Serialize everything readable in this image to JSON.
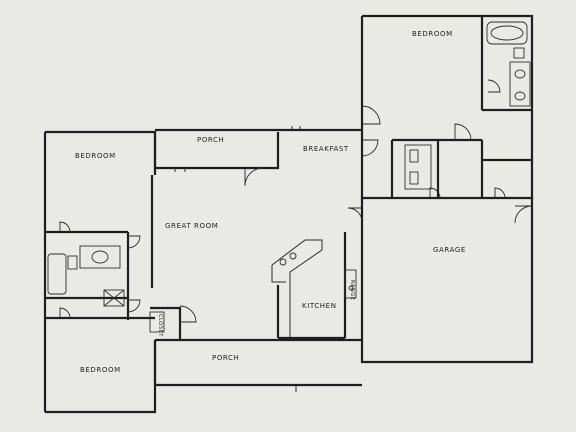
{
  "rooms": {
    "bedroom_top_right": "BEDROOM",
    "bedroom_left": "BEDROOM",
    "bedroom_bottom_left": "BEDROOM",
    "porch_top": "PORCH",
    "breakfast": "BREAKFAST",
    "great_room": "GREAT ROOM",
    "kitchen": "KITCHEN",
    "garage": "GARAGE",
    "porch_bottom": "PORCH",
    "range": "RANGE",
    "closet": "CLOSET"
  },
  "colors": {
    "paper": "#e9e9e6",
    "ink": "#1f1f1f"
  }
}
